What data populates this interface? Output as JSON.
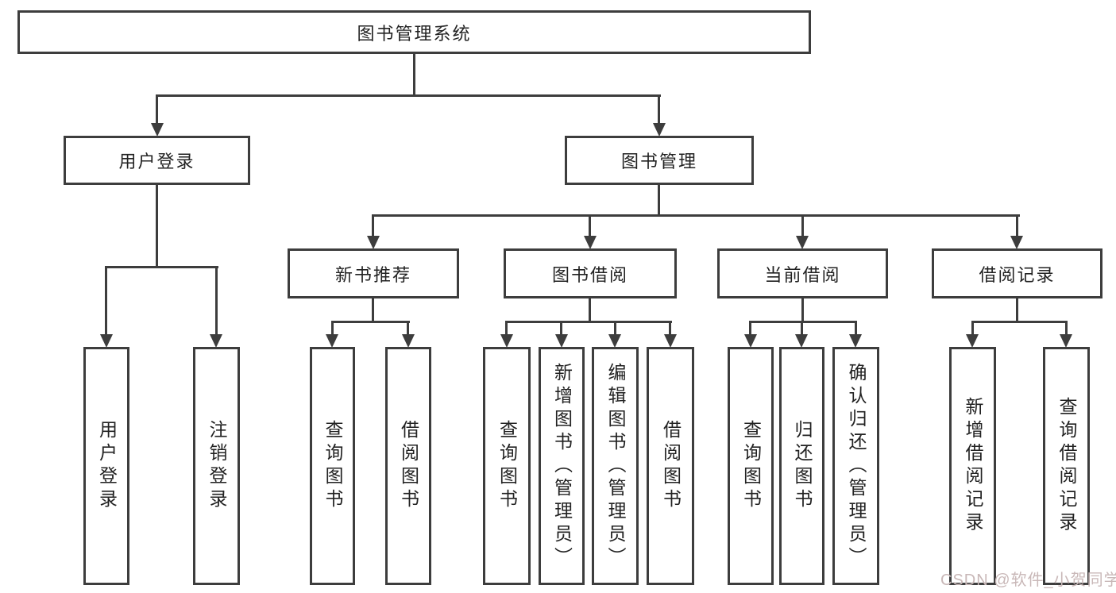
{
  "tree": {
    "root": "图书管理系统",
    "children": [
      {
        "label": "用户登录",
        "children": [
          {
            "label": "用户登录"
          },
          {
            "label": "注销登录"
          }
        ]
      },
      {
        "label": "图书管理",
        "children": [
          {
            "label": "新书推荐",
            "children": [
              {
                "label": "查询图书"
              },
              {
                "label": "借阅图书"
              }
            ]
          },
          {
            "label": "图书借阅",
            "children": [
              {
                "label": "查询图书"
              },
              {
                "label": "新增图书（管理员）"
              },
              {
                "label": "编辑图书（管理员）"
              },
              {
                "label": "借阅图书"
              }
            ]
          },
          {
            "label": "当前借阅",
            "children": [
              {
                "label": "查询图书"
              },
              {
                "label": "归还图书"
              },
              {
                "label": "确认归还（管理员）"
              }
            ]
          },
          {
            "label": "借阅记录",
            "children": [
              {
                "label": "新增借阅记录"
              },
              {
                "label": "查询借阅记录"
              }
            ]
          }
        ]
      }
    ]
  },
  "watermark": {
    "text": "CSDN @软件_小贺同学",
    "color": "#c9b8b8"
  },
  "colors": {
    "line": "#3d3d3d",
    "text": "#222222",
    "background": "#ffffff"
  }
}
